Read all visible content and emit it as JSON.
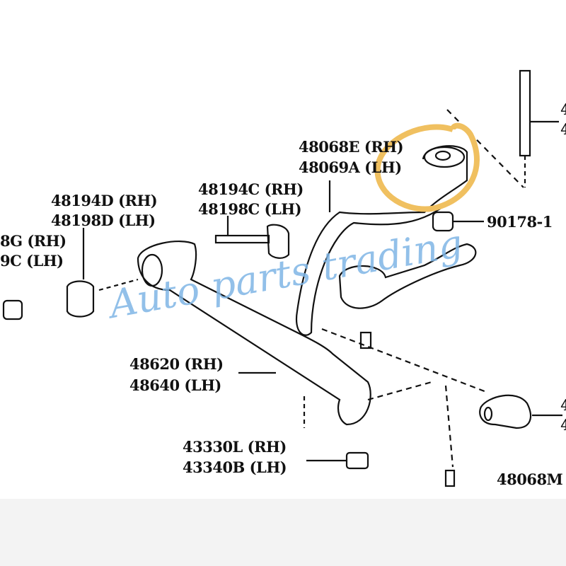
{
  "labels": {
    "upper_arm_rh": "48068E (RH)",
    "upper_arm_lh": "48069A (LH)",
    "bolt_c_rh": "48194C (RH)",
    "bolt_c_lh": "48198C (LH)",
    "bushing_d_rh": "48194D (RH)",
    "bushing_d_lh": "48198D (LH)",
    "left_cut_rh": "8G (RH)",
    "left_cut_lh": "9C (LH)",
    "nut": "90178-1",
    "lower_arm_rh": "48620 (RH)",
    "lower_arm_lh": "48640 (LH)",
    "knuckle_rh": "43330L (RH)",
    "knuckle_lh": "43340B (LH)",
    "bottom_right": "48068M",
    "right_top_1": "4",
    "right_top_2": "4",
    "right_mid_1": "4",
    "right_mid_2": "4"
  },
  "watermark": "Auto parts trading",
  "colors": {
    "highlight": "#f0c060",
    "watermark": "#7fb6e6"
  }
}
